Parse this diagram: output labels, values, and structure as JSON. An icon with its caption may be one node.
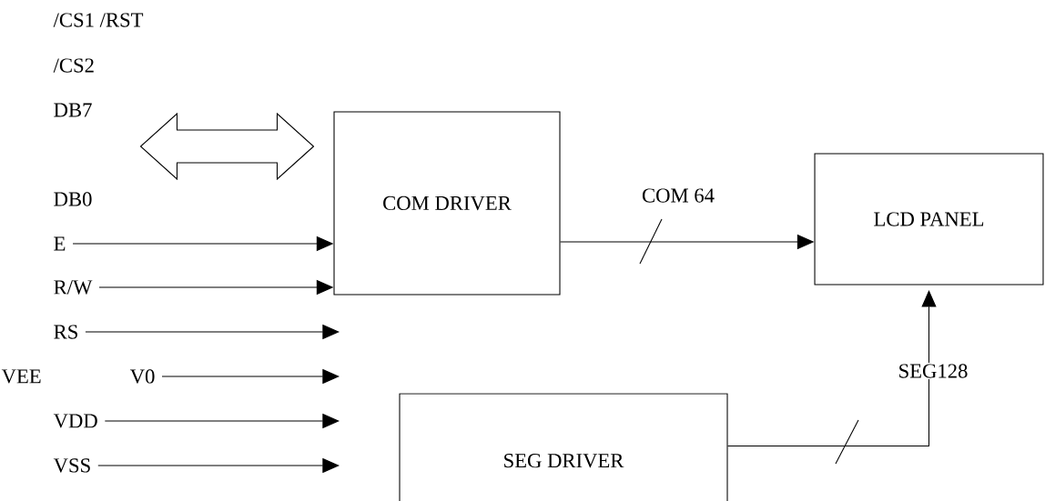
{
  "diagram": {
    "nodes": [
      {
        "text": [
          "COM DRIVER"
        ]
      },
      {
        "text": [
          "LCD PANEL"
        ]
      },
      {
        "text": [
          "SEG DRIVER"
        ]
      },
      {
        "text": [
          "E"
        ]
      },
      {
        "text": [
          "R/W"
        ]
      },
      {
        "text": [
          "RS"
        ]
      },
      {
        "text": [
          "V0"
        ]
      },
      {
        "text": [
          "VDD"
        ]
      },
      {
        "text": [
          "VSS"
        ]
      }
    ],
    "edges": [
      {
        "from": null,
        "to": 0,
        "arrow": "both"
      },
      {
        "from": 3,
        "to": 0,
        "arrow": "to"
      },
      {
        "from": 4,
        "to": 0,
        "arrow": "to"
      },
      {
        "from": 5,
        "to": null,
        "arrow": "to"
      },
      {
        "from": 6,
        "to": null,
        "arrow": "to"
      },
      {
        "from": 7,
        "to": null,
        "arrow": "to"
      },
      {
        "from": 8,
        "to": null,
        "arrow": "to"
      },
      {
        "from": 0,
        "to": 1,
        "arrow": "to",
        "label": "COM 64"
      },
      {
        "from": 2,
        "to": 1,
        "arrow": "to",
        "label": "SEG128"
      }
    ],
    "labels": [
      "/CS1 /RST",
      "/CS2",
      "DB7",
      "DB0",
      "VEE"
    ]
  }
}
